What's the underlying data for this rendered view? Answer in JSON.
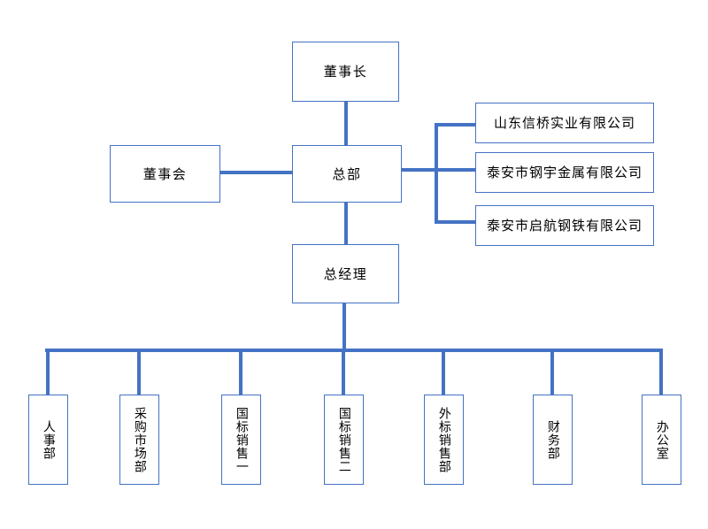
{
  "org_chart": {
    "chairman": {
      "label": "董事长"
    },
    "board": {
      "label": "董事会"
    },
    "headquarters": {
      "label": "总部"
    },
    "general_manager": {
      "label": "总经理"
    },
    "subsidiaries": [
      {
        "label": "山东信桥实业有限公司"
      },
      {
        "label": "泰安市钢宇金属有限公司"
      },
      {
        "label": "泰安市启航钢铁有限公司"
      }
    ],
    "departments": [
      {
        "label": "人事部"
      },
      {
        "label": "采购市场部"
      },
      {
        "label": "国标销售一"
      },
      {
        "label": "国标销售二"
      },
      {
        "label": "外标销售部"
      },
      {
        "label": "财务部"
      },
      {
        "label": "办公室"
      }
    ],
    "edges": [
      {
        "from": "董事长",
        "to": "总部"
      },
      {
        "from": "董事会",
        "to": "总部"
      },
      {
        "from": "总部",
        "to": "山东信桥实业有限公司"
      },
      {
        "from": "总部",
        "to": "泰安市钢宇金属有限公司"
      },
      {
        "from": "总部",
        "to": "泰安市启航钢铁有限公司"
      },
      {
        "from": "总部",
        "to": "总经理"
      },
      {
        "from": "总经理",
        "to": "人事部"
      },
      {
        "from": "总经理",
        "to": "采购市场部"
      },
      {
        "from": "总经理",
        "to": "国标销售一"
      },
      {
        "from": "总经理",
        "to": "国标销售二"
      },
      {
        "from": "总经理",
        "to": "外标销售部"
      },
      {
        "from": "总经理",
        "to": "财务部"
      },
      {
        "from": "总经理",
        "to": "办公室"
      }
    ],
    "colors": {
      "connector": "#4472c4",
      "box_border": "#4472c4",
      "text": "#000000",
      "background": "#ffffff"
    }
  }
}
